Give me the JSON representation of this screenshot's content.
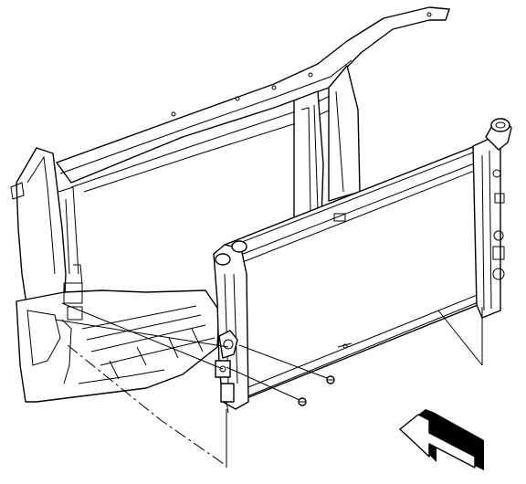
{
  "figure": {
    "background": "#ffffff",
    "line_color": "#000000",
    "parts": [
      "radiator-support-frame",
      "radiator-core",
      "radiator-filler-neck",
      "left-side-tank",
      "right-side-tank",
      "mounting-bolt",
      "direction-arrow"
    ]
  }
}
